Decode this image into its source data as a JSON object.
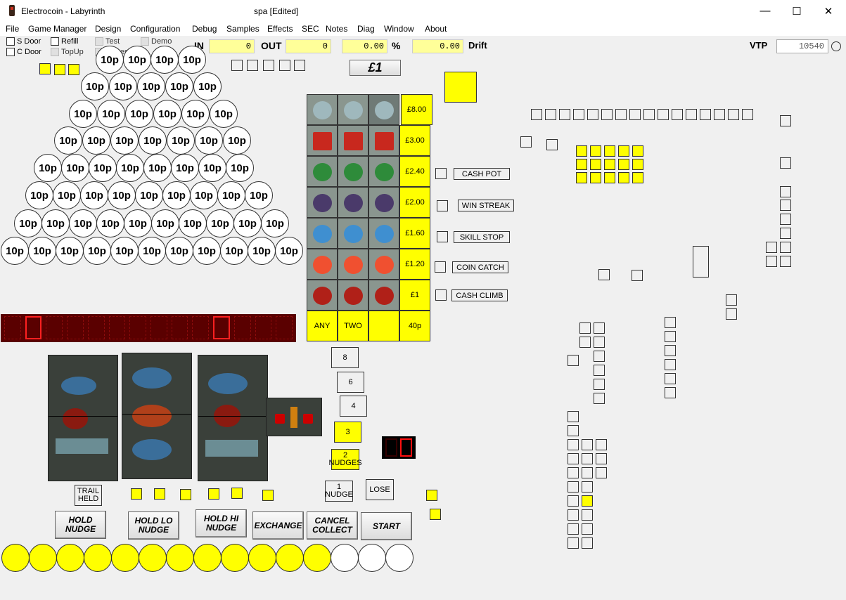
{
  "window": {
    "app_title": "Electrocoin - Labyrinth",
    "doc_title": "spa [Edited]",
    "minimize": "—",
    "maximize": "☐",
    "close": "✕"
  },
  "menu": [
    "File",
    "Game Manager",
    "Design",
    "Configuration",
    "Debug",
    "Samples",
    "Effects",
    "SEC",
    "Notes",
    "Diag",
    "Window",
    "About"
  ],
  "toolbar": {
    "checks": [
      {
        "label": "S Door",
        "disabled": false
      },
      {
        "label": "C Door",
        "disabled": false
      },
      {
        "label": "Refill",
        "disabled": false
      },
      {
        "label": "TopUp",
        "disabled": true
      },
      {
        "label": "Test",
        "disabled": true
      },
      {
        "label": "JPReset",
        "disabled": true
      },
      {
        "label": "Demo",
        "disabled": true
      }
    ],
    "in_label": "IN",
    "in_value": "0",
    "out_label": "OUT",
    "out_value": "0",
    "percent_value": "0.00",
    "percent_label": "%",
    "drift_value": "0.00",
    "drift_label": "Drift",
    "vtp_label": "VTP",
    "vtp_value": "10540"
  },
  "coin_label": "10p",
  "stake_button": "£1",
  "paytable": {
    "values": [
      "£8.00",
      "£3.00",
      "£2.40",
      "£2.00",
      "£1.60",
      "£1.20",
      "£1"
    ],
    "bottom": [
      "ANY",
      "TWO",
      "",
      "40p"
    ]
  },
  "features": [
    "CASH POT",
    "WIN STREAK",
    "SKILL STOP",
    "COIN CATCH",
    "CASH CLIMB"
  ],
  "nudges": [
    {
      "label": "8",
      "lit": false
    },
    {
      "label": "6",
      "lit": false
    },
    {
      "label": "4",
      "lit": false
    },
    {
      "label": "3",
      "lit": true
    },
    {
      "label": "2\nNUDGES",
      "lit": true
    },
    {
      "label": "1\nNUDGE",
      "lit": false
    }
  ],
  "lose_label": "LOSE",
  "trail_held": "TRAIL\nHELD",
  "buttons": [
    "HOLD\nNUDGE",
    "HOLD LO\nNUDGE",
    "HOLD HI\nNUDGE",
    "EXCHANGE",
    "CANCEL\nCOLLECT",
    "START"
  ],
  "credits": {
    "lit": 12,
    "total": 15
  },
  "colors": {
    "lamp": "#ffff00",
    "panel": "#f0f0f0",
    "led": "#ff1010"
  }
}
